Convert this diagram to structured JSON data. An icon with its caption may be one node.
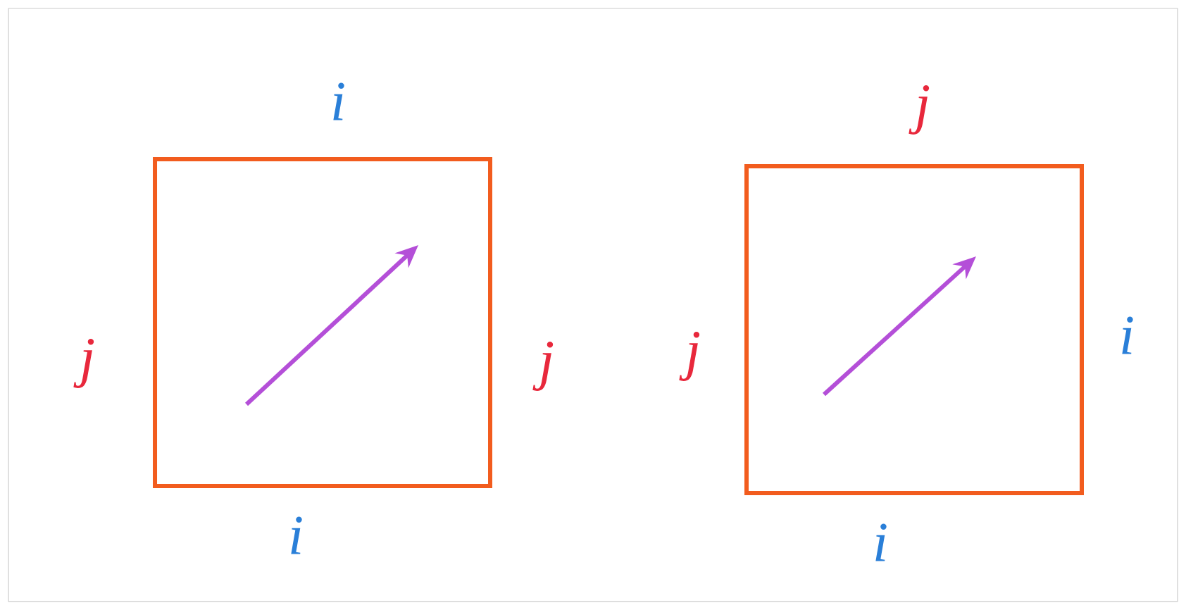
{
  "diagram": {
    "nodes": [
      {
        "text": [],
        "shape": "box",
        "beside": [
          "i",
          "j",
          "j",
          "i"
        ]
      },
      {
        "text": [],
        "shape": "box",
        "beside": [
          "j",
          "j",
          "i",
          "i"
        ]
      }
    ]
  }
}
